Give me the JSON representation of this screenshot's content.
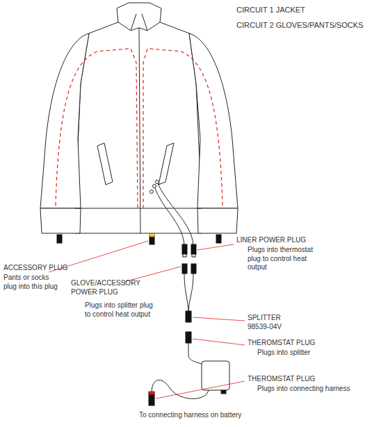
{
  "diagram": {
    "labels": [
      "CIRCUIT 1 JACKET",
      "CIRCUIT 2 GLOVES/PANTS/SOCKS",
      "ACCESSORY PLUG",
      "Pants or socks plug into this plug",
      "LINER POWER PLUG",
      "Plugs into thermostat plug to control heat output",
      "GLOVE/ACCESSORY POWER PLUG",
      "Plugs into splitter plug to control heat output",
      "SPLITTER",
      "98539-04V",
      "THEROMSTAT PLUG",
      "Plugs into splitter",
      "THEROMSTAT PLUG",
      "Plugs into connecting harness",
      "To connecting harness on battery"
    ]
  }
}
